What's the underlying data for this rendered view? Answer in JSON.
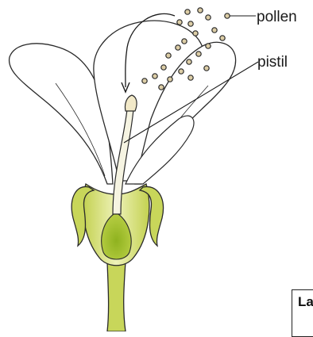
{
  "labels": {
    "pollen": "pollen",
    "pistil": "pistil"
  },
  "corner_box": {
    "text": "La"
  },
  "colors": {
    "petal_fill": "#ffffff",
    "outline": "#2a2a2a",
    "sepal_fill": "#c8d65a",
    "sepal_light": "#e9eeae",
    "ovary_fill": "#9fbf2c",
    "pollen_fill": "#d8c9a0",
    "pistil_fill": "#f6f4e2"
  }
}
